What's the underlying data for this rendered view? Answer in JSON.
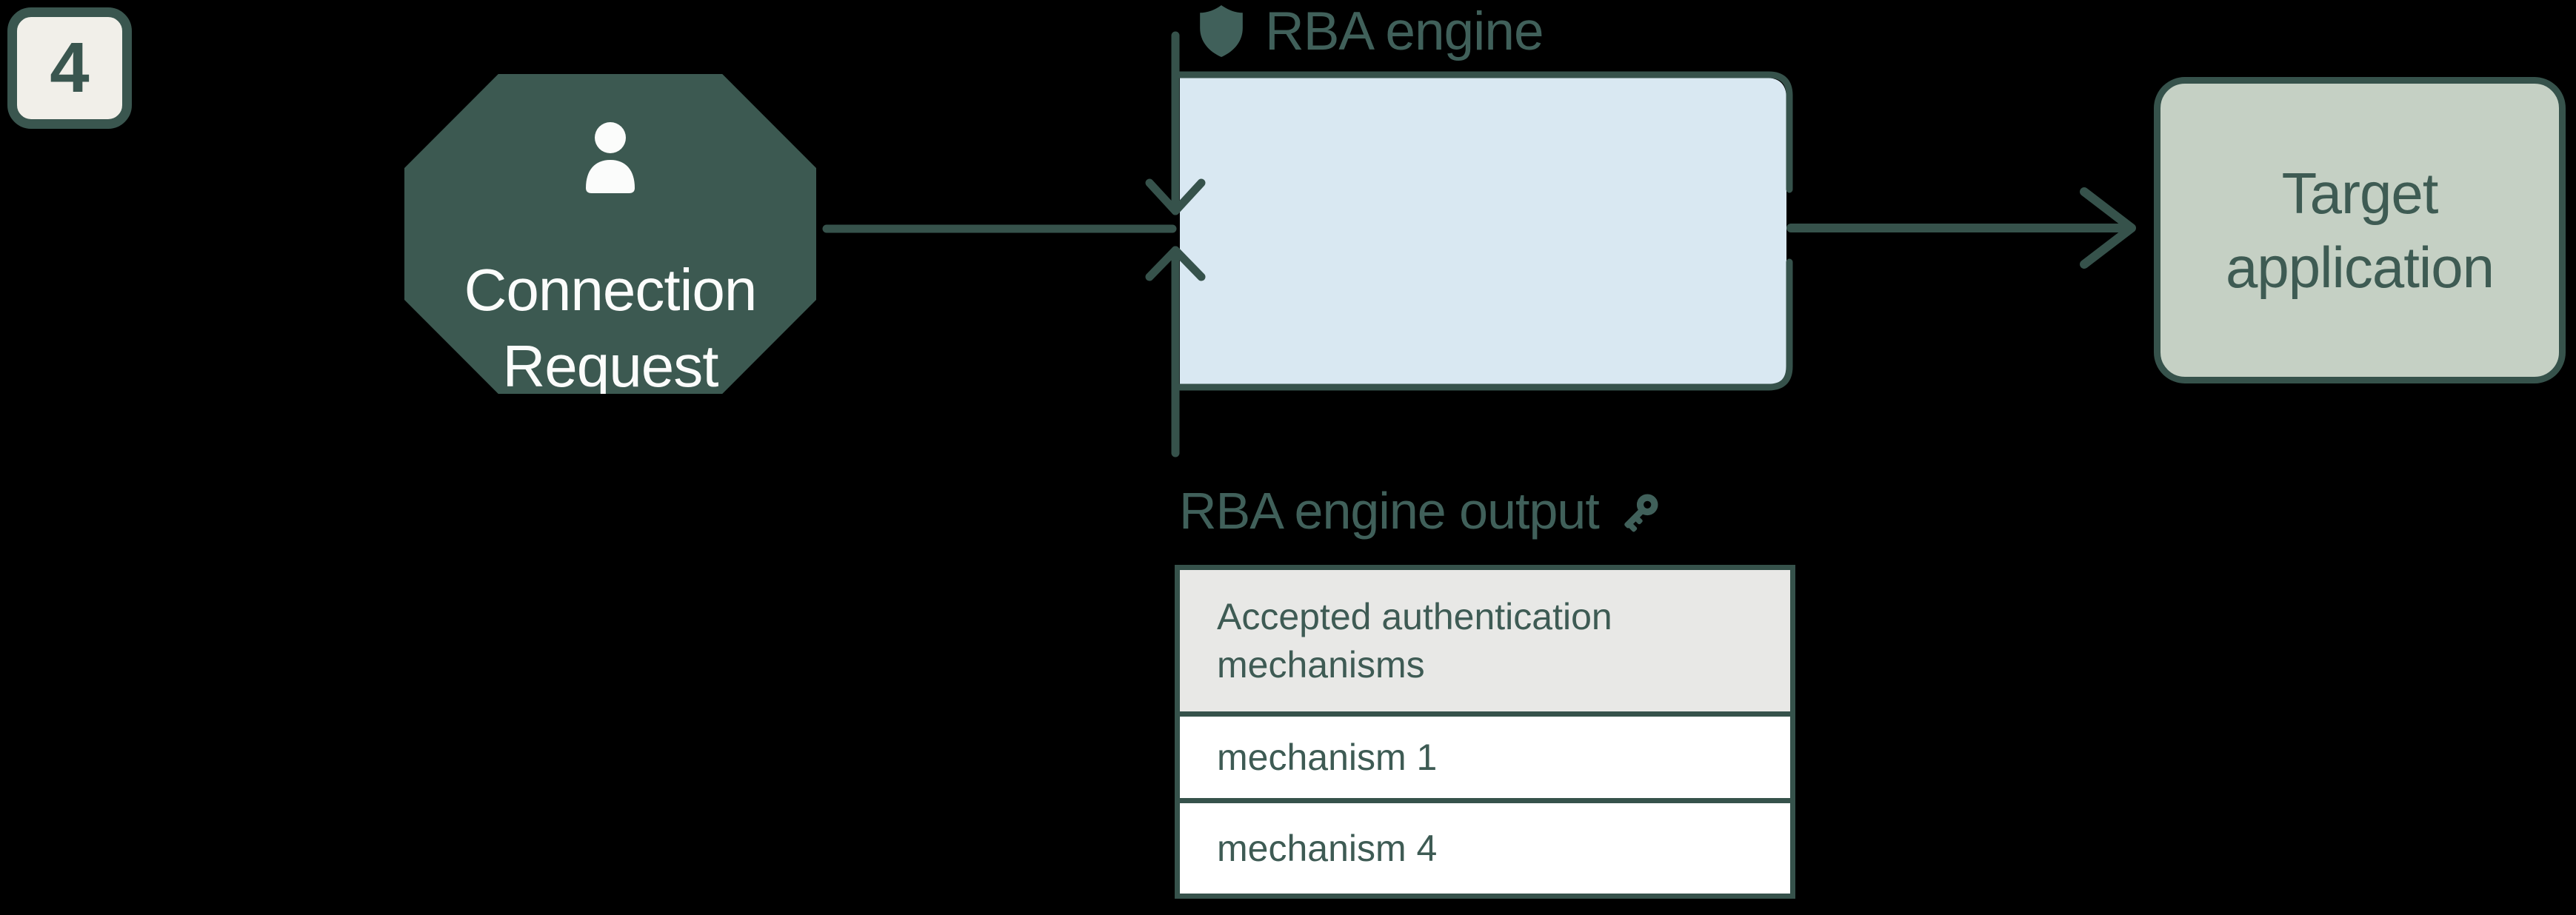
{
  "badge": {
    "value": "4"
  },
  "nodes": {
    "connection_request": {
      "lines": [
        "Connection",
        "Request"
      ],
      "icon": "person-icon"
    },
    "rba_engine": {
      "label": "RBA engine",
      "icon": "shield-icon"
    },
    "target_application": {
      "lines": [
        "Target",
        "application"
      ]
    }
  },
  "output": {
    "label": "RBA engine output",
    "icon": "key-icon",
    "table": {
      "header": "Accepted authentication mechanisms",
      "rows": [
        "mechanism 1",
        "mechanism 4"
      ]
    }
  },
  "colors": {
    "line_dark_teal": "#36524b",
    "label_text": "#40605a",
    "octagon_fill": "#3c5951",
    "octagon_text": "#fbfcfb",
    "rba_box_fill": "#d9e8f2",
    "intercepted_line": "#9fb6bd",
    "target_box_fill": "#c5d0c4",
    "badge_fill": "#f1efe9",
    "table_header_fill": "#e8e8e6",
    "table_row_fill": "#ffffff",
    "background": "#000000"
  }
}
